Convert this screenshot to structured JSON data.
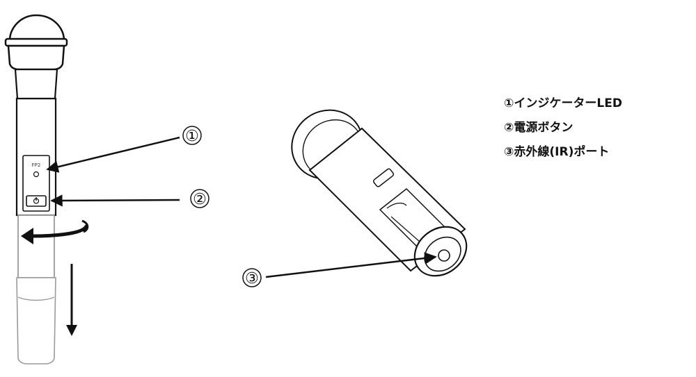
{
  "legend": [
    {
      "marker": "①",
      "text": "インジケーターLED"
    },
    {
      "marker": "②",
      "text": "電源ボタン"
    },
    {
      "marker": "③",
      "text": "赤外線(IR)ポート"
    }
  ],
  "callouts": {
    "indicator": "①",
    "power": "②",
    "ir_port": "③"
  },
  "device_label": "FP2",
  "colors": {
    "line": "#111111",
    "ghost": "#9a9a9a",
    "background": "#ffffff"
  },
  "icons": {
    "power_symbol": "power-icon",
    "rotate_arrow": "rotate-arrow-icon",
    "down_arrow": "down-arrow-icon"
  }
}
